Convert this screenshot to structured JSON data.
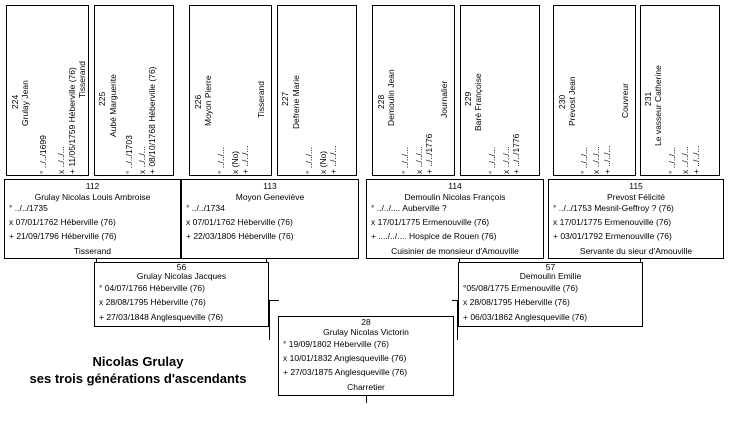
{
  "title": {
    "line1": "Nicolas Grulay",
    "line2": "ses trois générations d'ascendants"
  },
  "generation4": [
    {
      "num": "224",
      "name": "Grulay Jean",
      "birth": "° ../../1699",
      "marriage": "x ../../...",
      "death": "+ 11/05/1759 Héberville (76)",
      "job": "Tisserand"
    },
    {
      "num": "225",
      "name": "Aubé Marguerite",
      "birth": "° ../../1703",
      "marriage": "x ../../...",
      "death": "+ 08/10/1768 Héberville (76)",
      "job": ""
    },
    {
      "num": "226",
      "name": "Moyon Pierre",
      "birth": "° ../../...",
      "marriage": "x (No)",
      "death": "+ ../../...",
      "job": "Tisserand"
    },
    {
      "num": "227",
      "name": "Defrene Marie",
      "birth": "° ../../...",
      "marriage": "x (No)",
      "death": "+ ../../...",
      "job": ""
    },
    {
      "num": "228",
      "name": "Demoulin Jean",
      "birth": "° ../../...",
      "marriage": "x ../../...",
      "death": "+ ../../1776",
      "job": "Journalier"
    },
    {
      "num": "229",
      "name": "Baré Françoise",
      "birth": "° ../../...",
      "marriage": "x ../../...",
      "death": "+ ../../1776",
      "job": ""
    },
    {
      "num": "230",
      "name": "Prevost Jean",
      "birth": "° ../../...",
      "marriage": "x ../../...",
      "death": "+ ../../...",
      "job": "Couvreur"
    },
    {
      "num": "231",
      "name": "Le vasseur Catherine",
      "birth": "° ../../...",
      "marriage": "x ../../...",
      "death": "+ ../../...",
      "job": ""
    }
  ],
  "generation3": [
    {
      "num": "112",
      "name": "Grulay Nicolas Louis Ambroise",
      "birth": "° ../../1735",
      "marriage": "x 07/01/1762 Héberville (76)",
      "death": "+ 21/09/1796 Héberville (76)",
      "job": "Tisserand"
    },
    {
      "num": "113",
      "name": "Moyon Geneviève",
      "birth": "° ../../1734",
      "marriage": "x 07/01/1762 Héberville (76)",
      "death": "+ 22/03/1806 Héberville (76)",
      "job": ""
    },
    {
      "num": "114",
      "name": "Demoulin Nicolas François",
      "birth": "° ../../.... Auberville ?",
      "marriage": "x 17/01/1775 Ermenouville (76)",
      "death": "+ ..../../.... Hospice de Rouen (76)",
      "job": "Cuisinier de monsieur d'Amouville"
    },
    {
      "num": "115",
      "name": "Prevost Félicité",
      "birth": "° ../../1753 Mesnil-Geffroy ? (76)",
      "marriage": "x 17/01/1775 Ermenouville (76)",
      "death": "+ 03/01/1792 Ermenouville (76)",
      "job": "Servante du sieur d'Amouville"
    }
  ],
  "generation2": [
    {
      "num": "56",
      "name": "Grulay Nicolas Jacques",
      "birth": "° 04/07/1766 Héberville (76)",
      "marriage": "x 28/08/1795 Héberville (76)",
      "death": "+ 27/03/1848 Anglesqueville (76)",
      "job": ""
    },
    {
      "num": "57",
      "name": "Demoulin Emilie",
      "birth": "°05/08/1775 Ermenouville (76)",
      "marriage": "x 28/08/1795 Héberville (76)",
      "death": "+ 06/03/1862 Anglesqueville (76)",
      "job": ""
    }
  ],
  "generation1": {
    "num": "28",
    "name": "Grulay Nicolas Victorin",
    "birth": "° 19/09/1802 Héberville (76)",
    "marriage": "x 10/01/1832 Anglesqueville (76)",
    "death": "+ 27/03/1875 Anglesqueville (76)",
    "job": "Charretier"
  }
}
